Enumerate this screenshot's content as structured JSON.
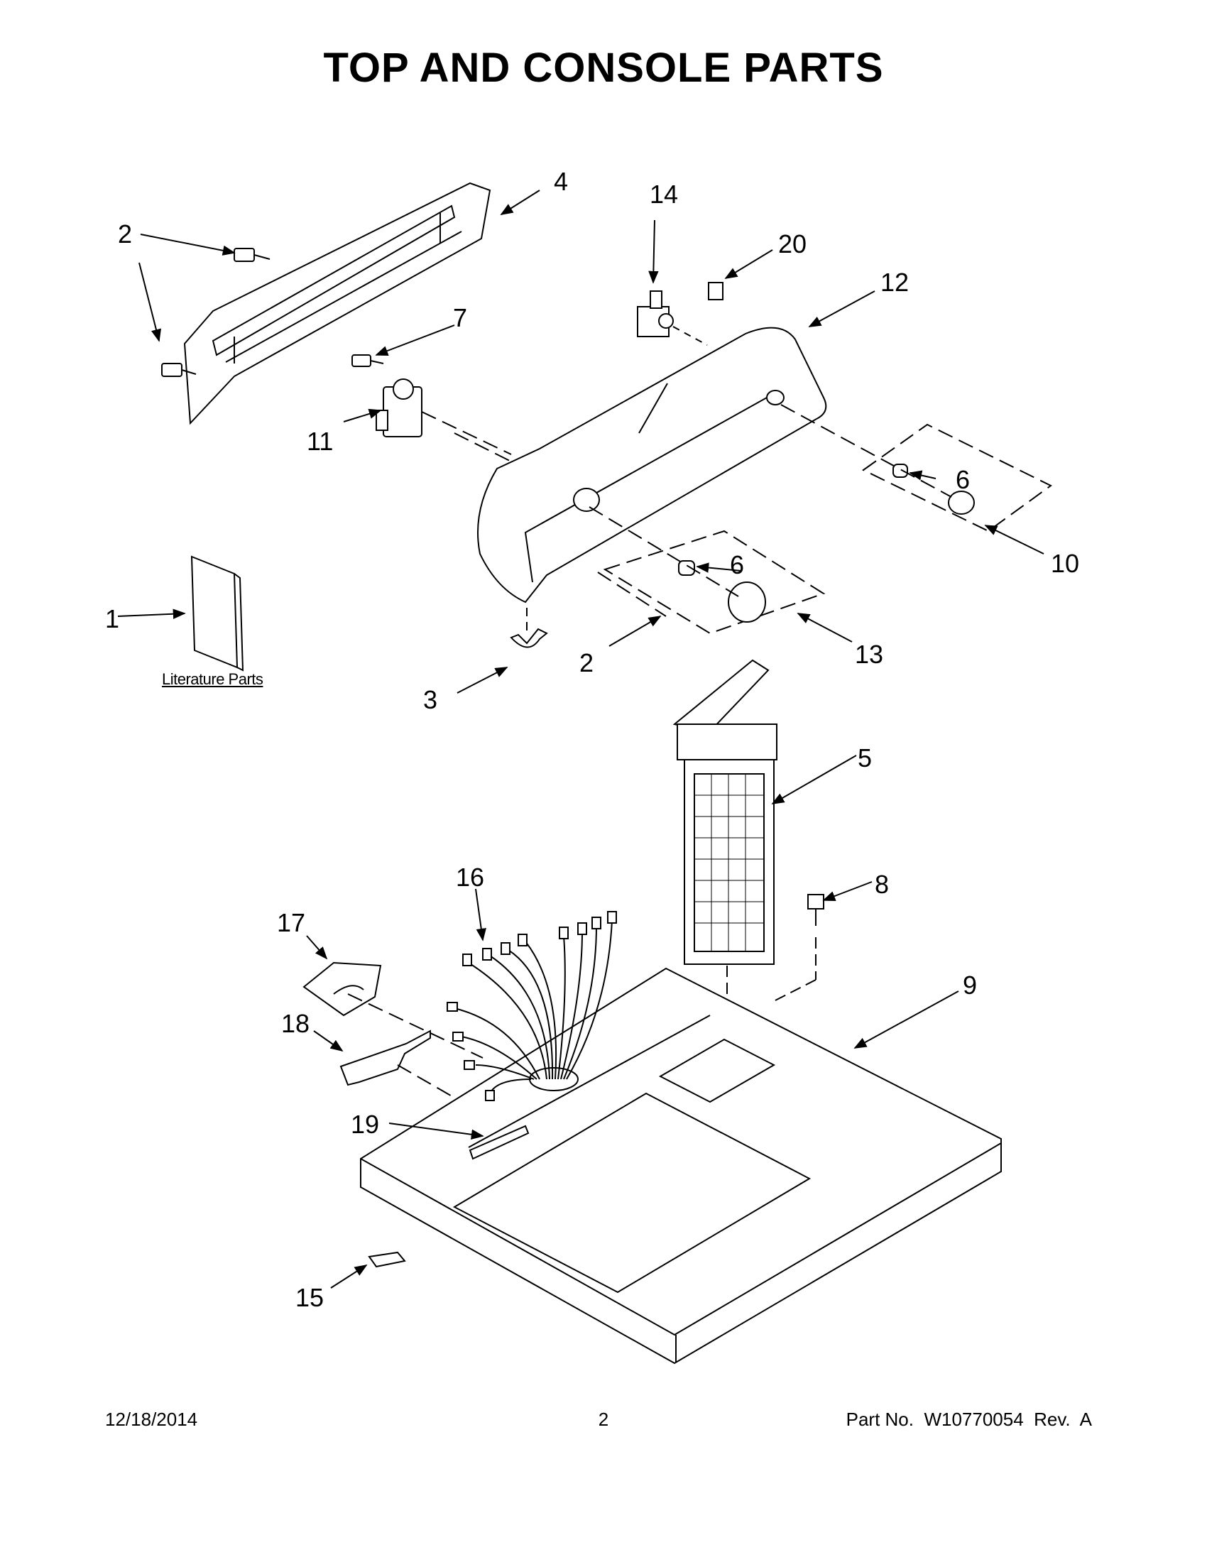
{
  "page": {
    "title": "TOP AND CONSOLE PARTS",
    "literature_label": "Literature Parts",
    "footer": {
      "date": "12/18/2014",
      "page_number": "2",
      "part_no": "Part No.  W10770054  Rev.  A"
    }
  },
  "callouts": {
    "c1": "1",
    "c2a": "2",
    "c2b": "2",
    "c3": "3",
    "c4": "4",
    "c5": "5",
    "c6a": "6",
    "c6b": "6",
    "c7": "7",
    "c8": "8",
    "c9": "9",
    "c10": "10",
    "c11": "11",
    "c12": "12",
    "c13": "13",
    "c14": "14",
    "c15": "15",
    "c16": "16",
    "c17": "17",
    "c18": "18",
    "c19": "19",
    "c20": "20"
  },
  "style": {
    "line_color": "#000000",
    "background": "#ffffff"
  }
}
